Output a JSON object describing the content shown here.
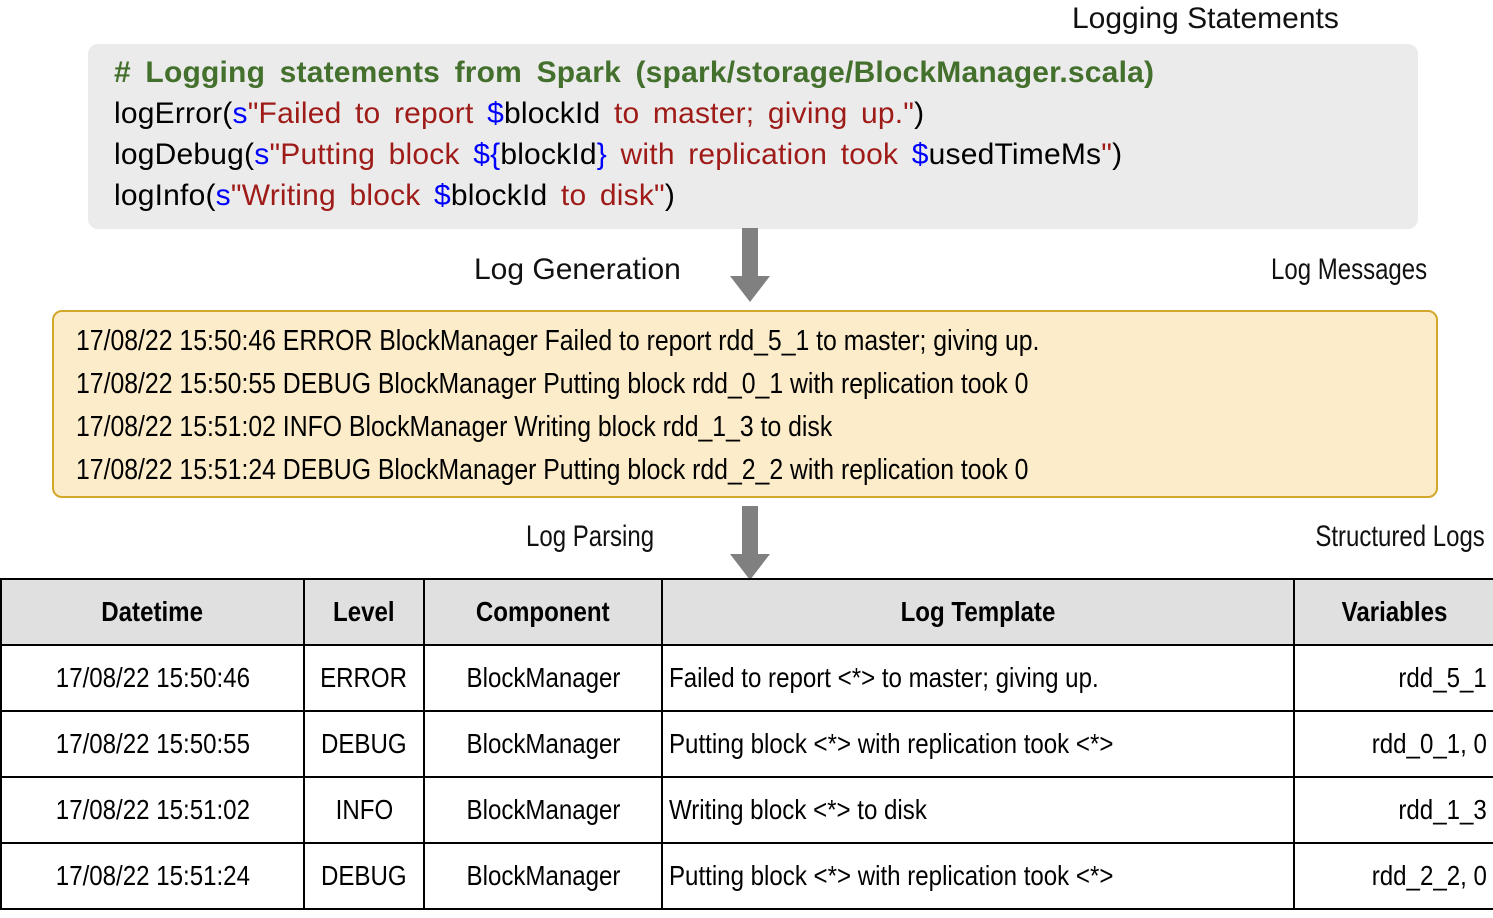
{
  "captions": {
    "logging_statements": "Logging Statements",
    "log_generation": "Log Generation",
    "log_messages": "Log Messages",
    "log_parsing": "Log Parsing",
    "structured_logs": "Structured Logs"
  },
  "code_block": {
    "comment": "# Logging statements from Spark (spark/storage/BlockManager.scala)",
    "lines": [
      {
        "tokens": [
          {
            "text": "logError(",
            "color": "black"
          },
          {
            "text": "s",
            "color": "blue"
          },
          {
            "text": "\"Failed to report ",
            "color": "red"
          },
          {
            "text": "$",
            "color": "blue"
          },
          {
            "text": "blockId",
            "color": "black"
          },
          {
            "text": " to master; giving up.\"",
            "color": "red"
          },
          {
            "text": ")",
            "color": "black"
          }
        ]
      },
      {
        "tokens": [
          {
            "text": "logDebug(",
            "color": "black"
          },
          {
            "text": "s",
            "color": "blue"
          },
          {
            "text": "\"Putting block ",
            "color": "red"
          },
          {
            "text": "${",
            "color": "blue"
          },
          {
            "text": "blockId",
            "color": "black"
          },
          {
            "text": "}",
            "color": "blue"
          },
          {
            "text": " with replication took ",
            "color": "red"
          },
          {
            "text": "$",
            "color": "blue"
          },
          {
            "text": "usedTimeMs",
            "color": "black"
          },
          {
            "text": "\"",
            "color": "red"
          },
          {
            "text": ")",
            "color": "black"
          }
        ]
      },
      {
        "tokens": [
          {
            "text": "logInfo(",
            "color": "black"
          },
          {
            "text": "s",
            "color": "blue"
          },
          {
            "text": "\"Writing block ",
            "color": "red"
          },
          {
            "text": "$",
            "color": "blue"
          },
          {
            "text": "blockId",
            "color": "black"
          },
          {
            "text": " to disk\"",
            "color": "red"
          },
          {
            "text": ")",
            "color": "black"
          }
        ]
      }
    ]
  },
  "log_messages": {
    "lines": [
      "17/08/22 15:50:46 ERROR BlockManager Failed to report rdd_5_1 to master; giving up.",
      "17/08/22 15:50:55 DEBUG BlockManager Putting block rdd_0_1 with replication took 0",
      "17/08/22 15:51:02 INFO BlockManager Writing block rdd_1_3 to disk",
      "17/08/22 15:51:24 DEBUG BlockManager Putting block rdd_2_2 with replication took 0"
    ]
  },
  "structured_logs": {
    "columns": [
      "Datetime",
      "Level",
      "Component",
      "Log Template",
      "Variables"
    ],
    "rows": [
      {
        "datetime": "17/08/22 15:50:46",
        "level": "ERROR",
        "component": "BlockManager",
        "template": "Failed to report <*> to master; giving up.",
        "variables": "rdd_5_1"
      },
      {
        "datetime": "17/08/22 15:50:55",
        "level": "DEBUG",
        "component": "BlockManager",
        "template": "Putting block <*> with replication took <*>",
        "variables": "rdd_0_1, 0"
      },
      {
        "datetime": "17/08/22 15:51:02",
        "level": "INFO",
        "component": "BlockManager",
        "template": "Writing block <*> to disk",
        "variables": "rdd_1_3"
      },
      {
        "datetime": "17/08/22 15:51:24",
        "level": "DEBUG",
        "component": "BlockManager",
        "template": "Putting block <*> with replication took <*>",
        "variables": "rdd_2_2, 0"
      }
    ]
  },
  "colors": {
    "code_background": "#ebebeb",
    "code_comment": "#44702d",
    "code_string": "#9e1b18",
    "code_interpolation": "#0000ff",
    "log_box_background": "#fcecc9",
    "log_box_border": "#d2a72b",
    "table_header_background": "#e0e0e0",
    "arrow": "#808080"
  }
}
